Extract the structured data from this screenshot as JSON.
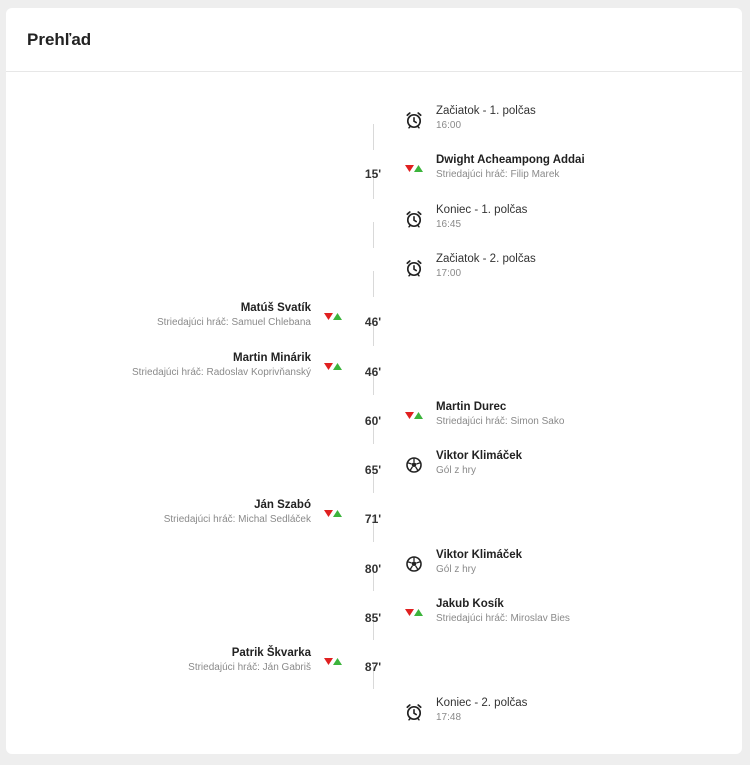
{
  "header": {
    "title": "Prehľad"
  },
  "events": [
    {
      "side": "right",
      "type": "clock",
      "minute": "",
      "primary": "Začiatok - 1. polčas",
      "secondary": "16:00"
    },
    {
      "side": "right",
      "type": "sub",
      "minute": "15'",
      "primary": "Dwight Acheampong Addai",
      "secondary": "Striedajúci hráč: Filip Marek"
    },
    {
      "side": "right",
      "type": "clock",
      "minute": "",
      "primary": "Koniec - 1. polčas",
      "secondary": "16:45"
    },
    {
      "side": "right",
      "type": "clock",
      "minute": "",
      "primary": "Začiatok - 2. polčas",
      "secondary": "17:00"
    },
    {
      "side": "left",
      "type": "sub",
      "minute": "46'",
      "primary": "Matúš Svatík",
      "secondary": "Striedajúci hráč: Samuel Chlebana"
    },
    {
      "side": "left",
      "type": "sub",
      "minute": "46'",
      "primary": "Martin Minárik",
      "secondary": "Striedajúci hráč: Radoslav Koprivňanský"
    },
    {
      "side": "right",
      "type": "sub",
      "minute": "60'",
      "primary": "Martin Durec",
      "secondary": "Striedajúci hráč: Simon Sako"
    },
    {
      "side": "right",
      "type": "goal",
      "minute": "65'",
      "primary": "Viktor Klimáček",
      "secondary": "Gól z hry"
    },
    {
      "side": "left",
      "type": "sub",
      "minute": "71'",
      "primary": "Ján Szabó",
      "secondary": "Striedajúci hráč: Michal Sedláček"
    },
    {
      "side": "right",
      "type": "goal",
      "minute": "80'",
      "primary": "Viktor Klimáček",
      "secondary": "Gól z hry"
    },
    {
      "side": "right",
      "type": "sub",
      "minute": "85'",
      "primary": "Jakub Kosík",
      "secondary": "Striedajúci hráč: Miroslav Bies"
    },
    {
      "side": "left",
      "type": "sub",
      "minute": "87'",
      "primary": "Patrik Škvarka",
      "secondary": "Striedajúci hráč: Ján Gabriš"
    },
    {
      "side": "right",
      "type": "clock",
      "minute": "",
      "primary": "Koniec - 2. polčas",
      "secondary": "17:48"
    }
  ],
  "icons": {
    "clock": "alarm-clock-icon",
    "sub": "substitution-icon",
    "goal": "soccer-ball-icon"
  },
  "colors": {
    "sub_out": "#e02020",
    "sub_in": "#3cb43c"
  }
}
